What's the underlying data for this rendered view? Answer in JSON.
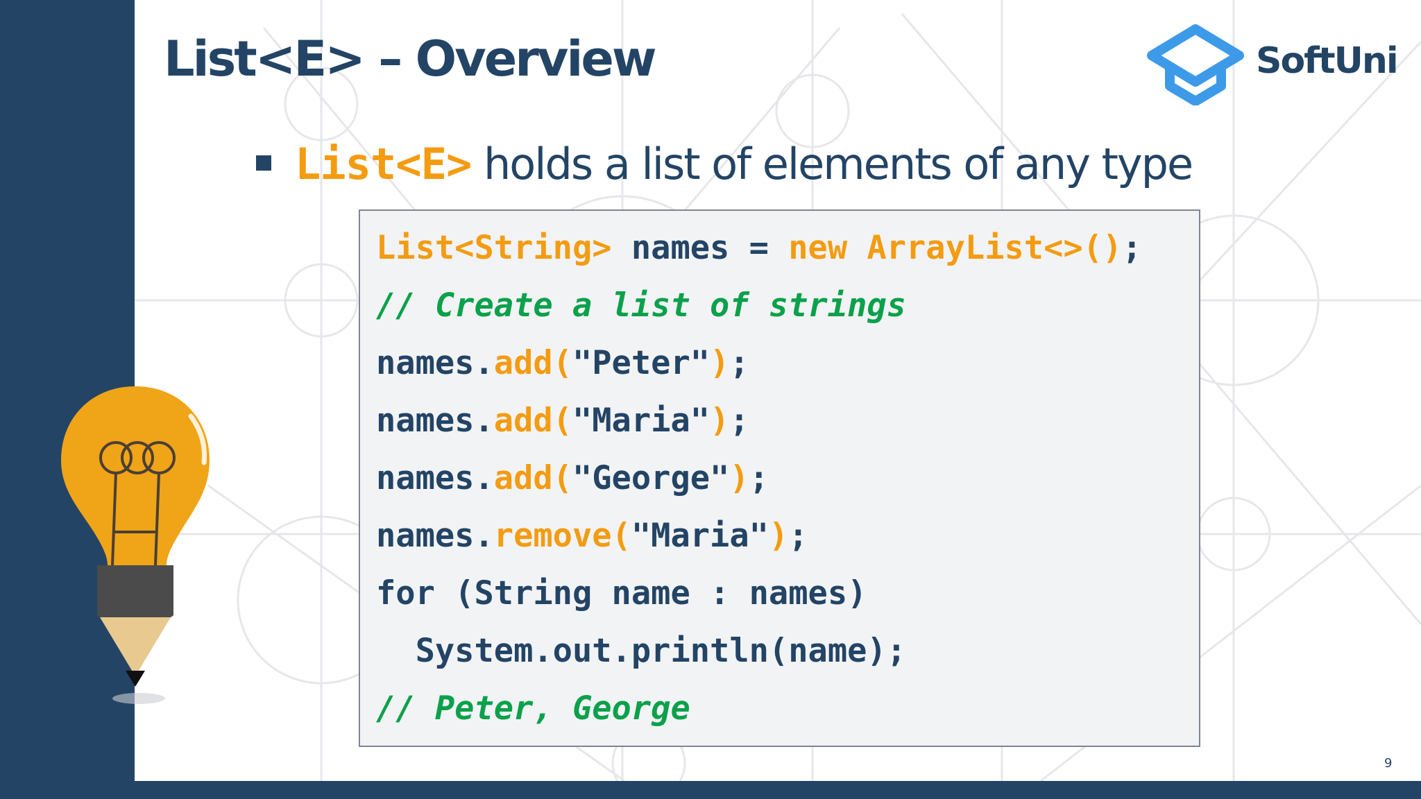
{
  "slide": {
    "title": "List<E> – Overview",
    "logo_text": "SoftUni",
    "page_number": "9"
  },
  "bullet": {
    "code": "List<E>",
    "text": " holds a list of elements of any type"
  },
  "code": {
    "line1": {
      "t1": "List<String>",
      "t2": " names = ",
      "t3": "new",
      "t4": " ",
      "t5": "ArrayList<>()",
      "t6": ";"
    },
    "line2": {
      "comment": "// Create a list of strings"
    },
    "line3": {
      "t1": "names.",
      "t2": "add(",
      "t3": "\"Peter\"",
      "t4": ")",
      "t5": ";"
    },
    "line4": {
      "t1": "names.",
      "t2": "add(",
      "t3": "\"Maria\"",
      "t4": ")",
      "t5": ";"
    },
    "line5": {
      "t1": "names.",
      "t2": "add(",
      "t3": "\"George\"",
      "t4": ")",
      "t5": ";"
    },
    "line6": {
      "t1": "names.",
      "t2": "remove(",
      "t3": "\"Maria\"",
      "t4": ")",
      "t5": ";"
    },
    "line7": {
      "text": "for (String name : names)"
    },
    "line8": {
      "text": "  System.out.println(name);"
    },
    "line9": {
      "comment": "// Peter, George"
    }
  },
  "colors": {
    "navy": "#234465",
    "orange": "#f39c12",
    "green": "#0aa14a",
    "logo_blue": "#3d9ae8"
  },
  "icons": {
    "logo": "graduation-cap-icon",
    "illustration": "lightbulb-pencil-icon"
  }
}
